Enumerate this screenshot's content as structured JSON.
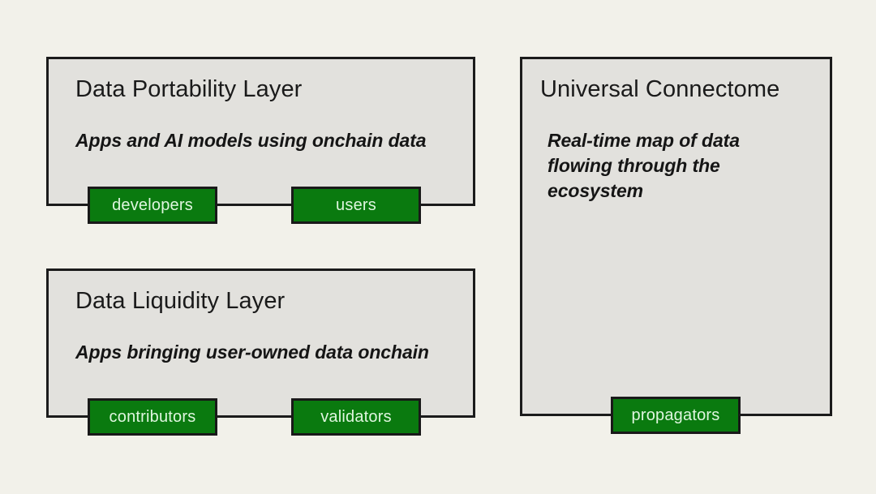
{
  "theme": {
    "page_background": "#f2f1ea",
    "panel_fill": "#e2e1dd",
    "panel_border": "#1b1b1b",
    "chip_fill": "#0a7a0f",
    "chip_border": "#191919",
    "chip_text": "#dff6df",
    "text_color": "#1a1a1a"
  },
  "diagram": {
    "type": "layered-architecture-diagram",
    "panels": [
      {
        "id": "data-portability-layer",
        "title": "Data Portability Layer",
        "subtitle": "Apps and AI models using onchain data",
        "roles": [
          "developers",
          "users"
        ]
      },
      {
        "id": "data-liquidity-layer",
        "title": "Data Liquidity Layer",
        "subtitle": "Apps bringing user-owned data onchain",
        "roles": [
          "contributors",
          "validators"
        ]
      },
      {
        "id": "universal-connectome",
        "title": "Universal Connectome",
        "subtitle": "Real-time map of data flowing through the ecosystem",
        "roles": [
          "propagators"
        ]
      }
    ],
    "chips": {
      "developers": "developers",
      "users": "users",
      "contributors": "contributors",
      "validators": "validators",
      "propagators": "propagators"
    }
  }
}
